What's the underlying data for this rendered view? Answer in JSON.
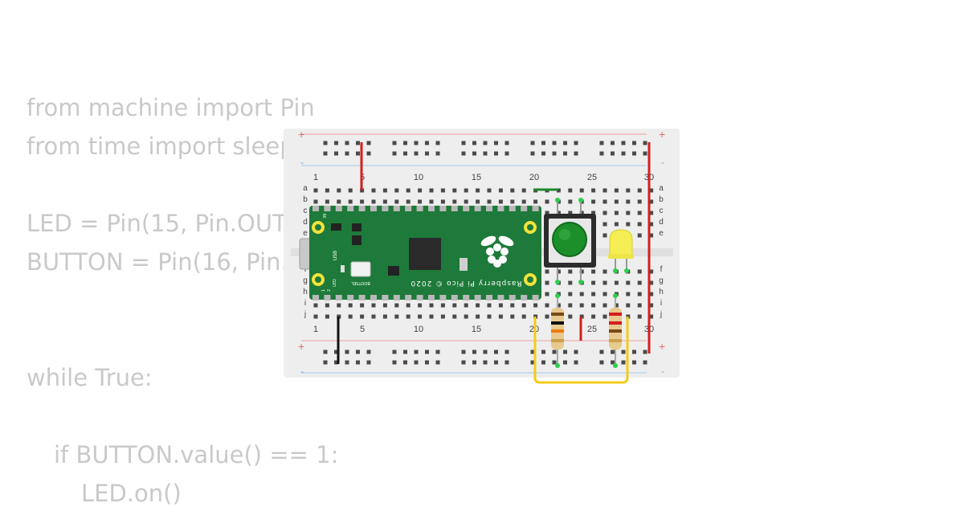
{
  "code_lines": [
    {
      "text": "from machine import Pin",
      "indent": 0
    },
    {
      "text": "from time import sleep",
      "indent": 0
    },
    {
      "text": "",
      "indent": 0
    },
    {
      "text": "LED = Pin(15, Pin.OUT)",
      "indent": 0
    },
    {
      "text": "BUTTON = Pin(16, Pin.IN)",
      "indent": 0
    },
    {
      "text": "",
      "indent": 0
    },
    {
      "text": "",
      "indent": 0
    },
    {
      "text": "while True:",
      "indent": 0
    },
    {
      "text": "",
      "indent": 0
    },
    {
      "text": "if BUTTON.value() == 1:",
      "indent": 1
    },
    {
      "text": "LED.on()",
      "indent": 2
    }
  ],
  "breadboard": {
    "column_numbers": [
      "1",
      "5",
      "10",
      "15",
      "20",
      "25",
      "30"
    ],
    "row_letters_top": [
      "a",
      "b",
      "c",
      "d",
      "e"
    ],
    "row_letters_bottom": [
      "f",
      "g",
      "h",
      "i",
      "j"
    ],
    "plus_label": "+",
    "minus_label": "-"
  },
  "pico": {
    "brand_text": "Raspberry Pi Pico © 2020",
    "usb_label": "USB",
    "bootsel_label": "BOOTSEL",
    "led_label": "LED",
    "pin_labels": [
      "39",
      "1",
      "2"
    ]
  },
  "colors": {
    "board_green": "#1e7a3a",
    "wire_red": "#d21f1f",
    "wire_yellow": "#f2cc1a",
    "wire_black": "#111111",
    "button_cap": "#1c8f2a",
    "led_body": "#f4ee54"
  }
}
